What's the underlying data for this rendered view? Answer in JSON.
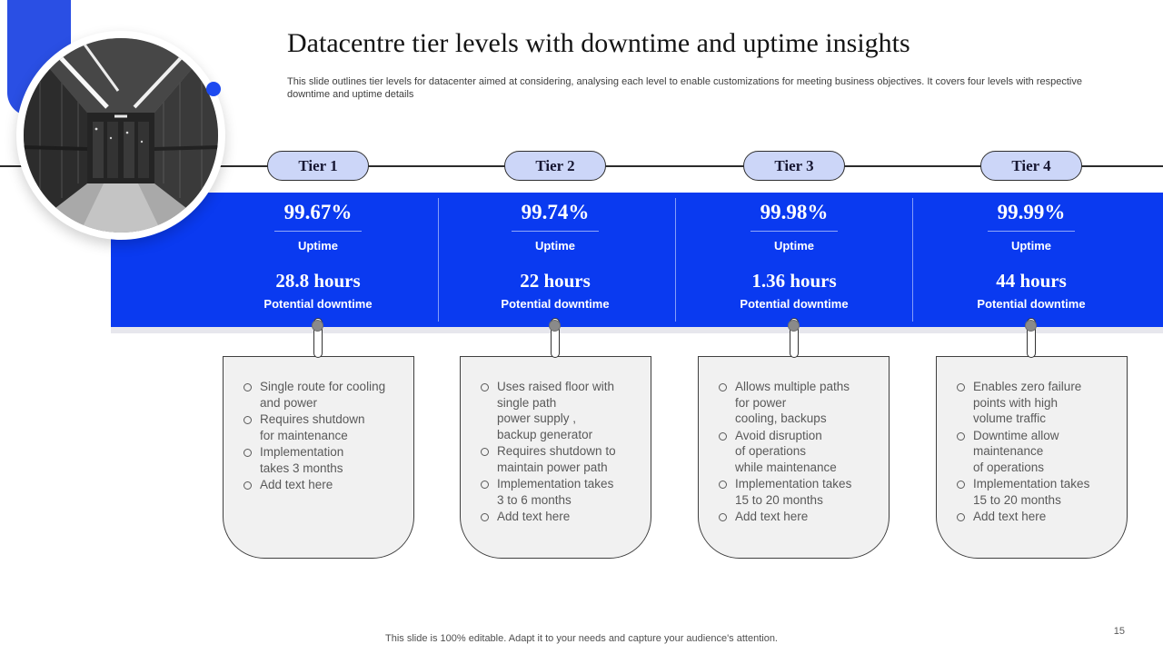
{
  "slide": {
    "title": "Datacentre tier levels with downtime and uptime insights",
    "subtitle": "This slide outlines tier levels for datacenter aimed at considering, analysing each level to enable customizations for meeting business objectives. It covers four levels with respective downtime and uptime details",
    "footer_note": "This slide is 100% editable. Adapt it to your needs and capture your audience's attention.",
    "page_number": "15"
  },
  "colors": {
    "band_blue": "#0a3af0",
    "deco_blue": "#2a4fe4",
    "dot_blue": "#1d4af0",
    "pill_fill": "#ccd6f8",
    "pill_border": "#2f2f2f",
    "box_fill": "#f1f1f1",
    "box_border": "#3f3f3f",
    "bullet_text": "#595959",
    "pin_gray": "#8a8a8a"
  },
  "tiers": [
    {
      "label": "Tier 1",
      "uptime_value": "99.67%",
      "uptime_label": "Uptime",
      "downtime_value": "28.8 hours",
      "downtime_label": "Potential downtime",
      "bullets": [
        "Single route for cooling\nand power",
        "Requires shutdown\nfor maintenance",
        "Implementation\ntakes 3 months",
        "Add text here"
      ]
    },
    {
      "label": "Tier 2",
      "uptime_value": "99.74%",
      "uptime_label": "Uptime",
      "downtime_value": "22 hours",
      "downtime_label": "Potential downtime",
      "bullets": [
        "Uses raised floor with\nsingle path\npower supply ,\nbackup generator",
        "Requires shutdown to\nmaintain power path",
        "Implementation takes\n3 to 6 months",
        "Add text here"
      ]
    },
    {
      "label": "Tier 3",
      "uptime_value": "99.98%",
      "uptime_label": "Uptime",
      "downtime_value": "1.36 hours",
      "downtime_label": "Potential downtime",
      "bullets": [
        "Allows multiple paths\nfor power\ncooling, backups",
        "Avoid disruption\nof operations\nwhile maintenance",
        "Implementation takes\n15 to 20 months",
        "Add text here"
      ]
    },
    {
      "label": "Tier 4",
      "uptime_value": "99.99%",
      "uptime_label": "Uptime",
      "downtime_value": "44 hours",
      "downtime_label": "Potential downtime",
      "bullets": [
        "Enables zero failure\npoints with high\nvolume traffic",
        "Downtime allow\nmaintenance\nof operations",
        "Implementation takes\n15 to 20 months",
        "Add text here"
      ]
    }
  ]
}
